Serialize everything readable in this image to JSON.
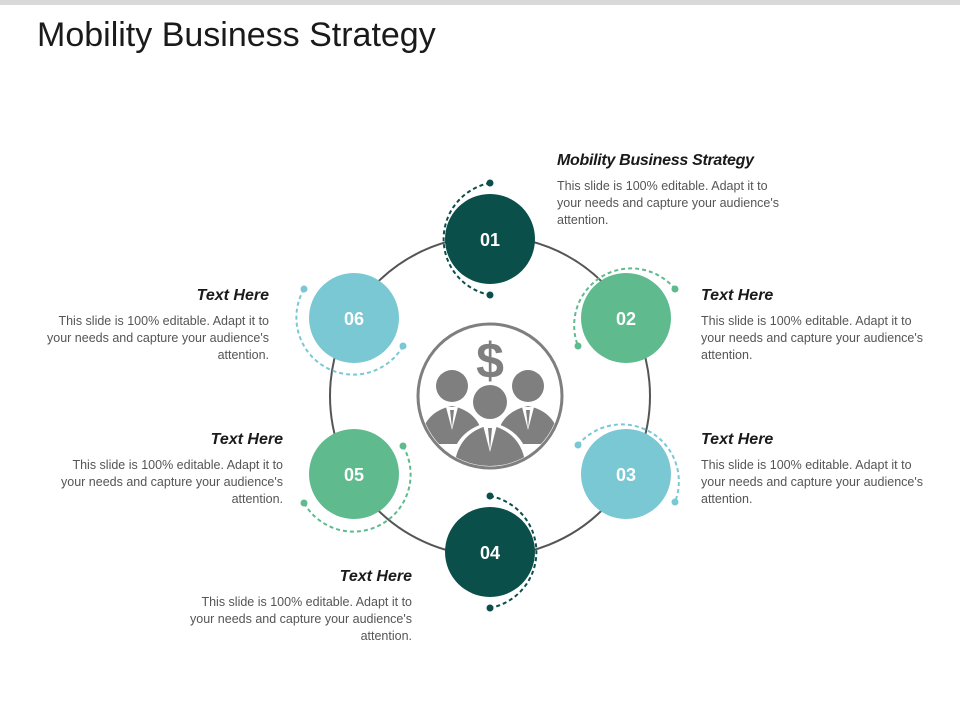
{
  "slide": {
    "title": "Mobility Business Strategy"
  },
  "colors": {
    "dark_teal": "#0b4f4b",
    "green": "#5fba8e",
    "light_blue": "#7ac8d4",
    "ring": "#555555",
    "icon_gray": "#7f7f7f"
  },
  "icons": {
    "center": "business-people-dollar-icon",
    "dollar": "$"
  },
  "steps": [
    {
      "number": "01",
      "color": "#0b4f4b",
      "heading": "Mobility Business Strategy",
      "body": "This slide is 100% editable. Adapt it to your needs and capture your audience's attention."
    },
    {
      "number": "02",
      "color": "#5fba8e",
      "heading": "Text Here",
      "body": "This slide is 100% editable. Adapt it to your needs and capture your audience's attention."
    },
    {
      "number": "03",
      "color": "#7ac8d4",
      "heading": "Text Here",
      "body": "This slide is 100% editable. Adapt it to your needs and capture your audience's attention."
    },
    {
      "number": "04",
      "color": "#0b4f4b",
      "heading": "Text Here",
      "body": "This slide is 100% editable. Adapt it to your needs and capture your audience's attention."
    },
    {
      "number": "05",
      "color": "#5fba8e",
      "heading": "Text Here",
      "body": "This slide is 100% editable. Adapt it to your needs and capture your audience's attention."
    },
    {
      "number": "06",
      "color": "#7ac8d4",
      "heading": "Text Here",
      "body": "This slide is 100% editable. Adapt it to your needs and capture your audience's attention."
    }
  ]
}
